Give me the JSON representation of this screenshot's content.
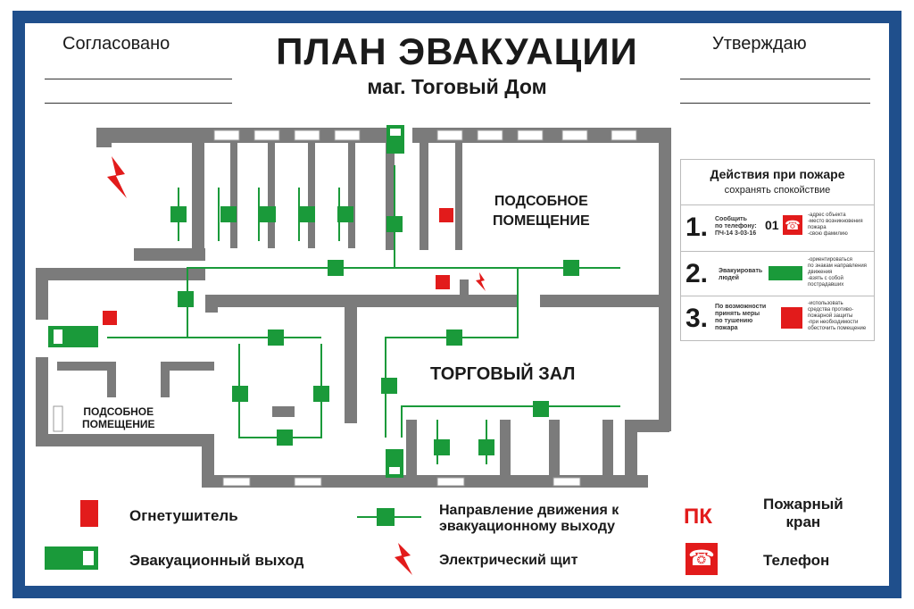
{
  "header": {
    "title": "ПЛАН ЭВАКУАЦИИ",
    "subtitle": "маг. Тоговый Дом",
    "approved_left": "Согласовано",
    "approved_right": "Утверждаю"
  },
  "rooms": {
    "utility_top": [
      "ПОДСОБНОЕ",
      "ПОМЕЩЕНИЕ"
    ],
    "sales_hall": "ТОРГОВЫЙ ЗАЛ",
    "utility_left": [
      "ПОДСОБНОЕ",
      "ПОМЕЩЕНИЕ"
    ]
  },
  "instructions": {
    "title": "Действия при пожаре",
    "subtitle": "сохранять спокойствие",
    "steps": [
      {
        "num": "1.",
        "text": [
          "Сообщить",
          "по телефону:",
          "ПЧ-14 3-03-16"
        ],
        "phone": "01",
        "notes": [
          "-адрес объекта",
          "-место возникновения",
          "пожара",
          "-свою фамилию"
        ]
      },
      {
        "num": "2.",
        "text": [
          "Эвакуировать",
          "людей"
        ],
        "notes": [
          "-ориентироваться",
          "по знакам направления",
          "движения",
          "-взять с собой",
          "пострадавших"
        ]
      },
      {
        "num": "3.",
        "text": [
          "По возможности",
          "принять меры",
          "по тушению",
          "пожара"
        ],
        "notes": [
          "-использовать",
          "средства противо-",
          "пожарной защиты",
          "-при необходимости",
          "обесточить помещение"
        ]
      }
    ]
  },
  "legend": {
    "extinguisher": "Огнетушитель",
    "exit": "Эвакуационный выход",
    "direction": [
      "Направление движения к",
      "эвакуационному выходу"
    ],
    "panel": "Электрический щит",
    "hydrant_code": "ПК",
    "hydrant": [
      "Пожарный",
      "кран"
    ],
    "phone": "Телефон"
  },
  "colors": {
    "frame": "#1f4f8c",
    "wall": "#7b7b7b",
    "route": "#1a9a3a",
    "sign_red": "#e21b1b"
  }
}
